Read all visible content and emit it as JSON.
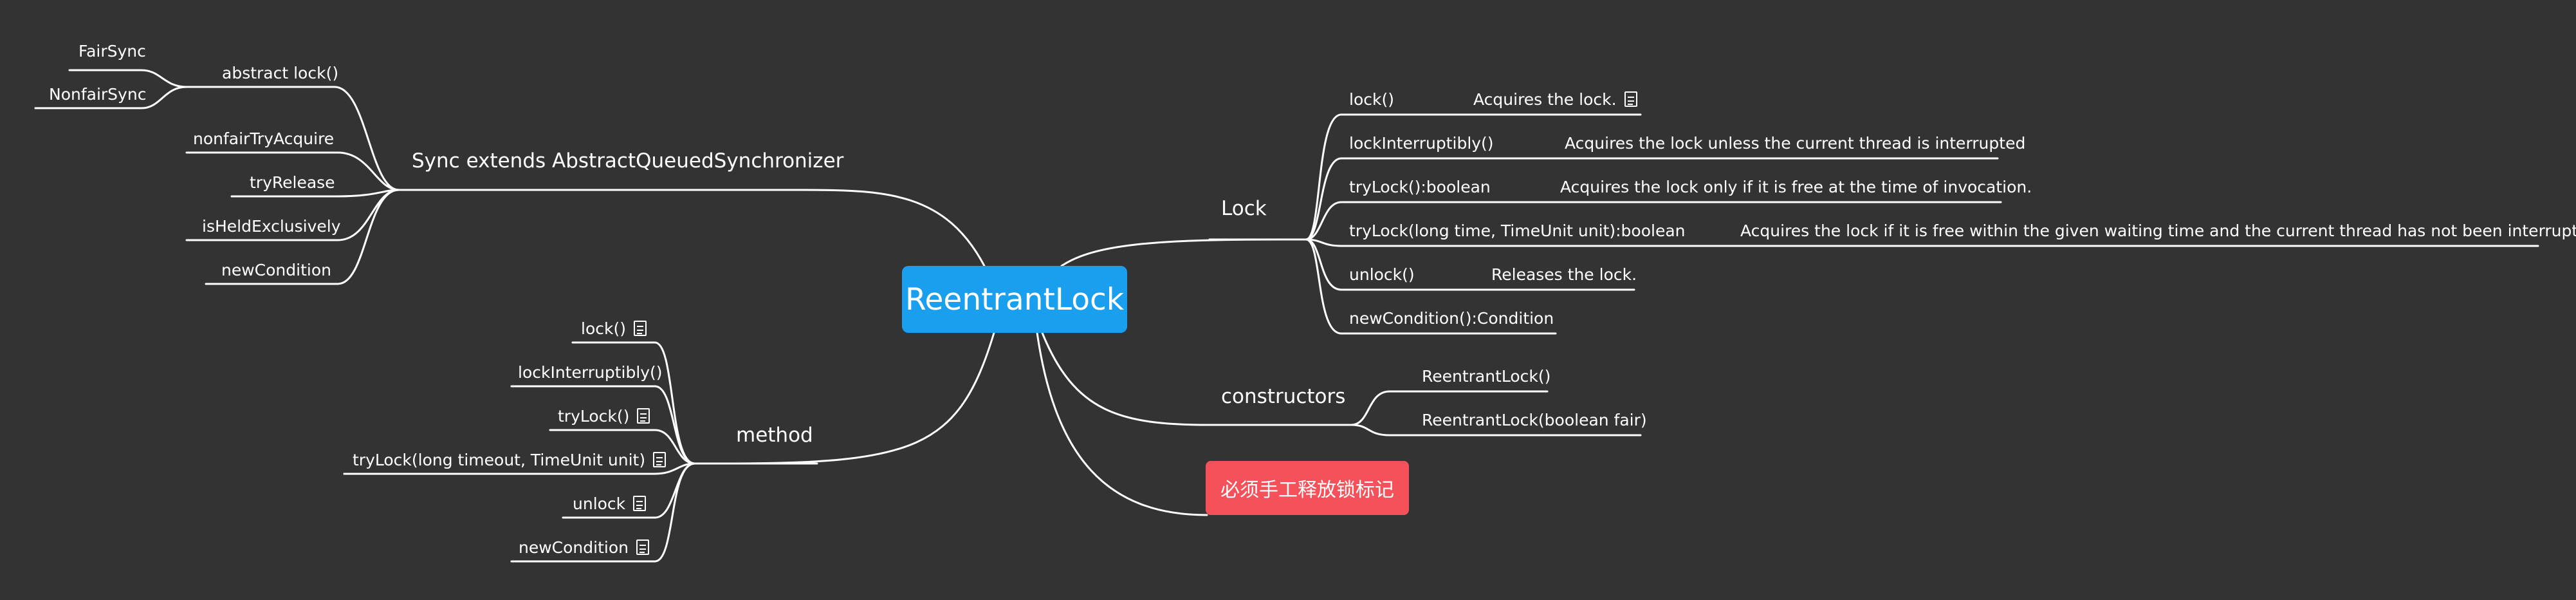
{
  "diagram": {
    "root": "ReentrantLock",
    "branches": {
      "sync": {
        "label": "Sync extends AbstractQueuedSynchronizer",
        "children": {
          "abstract_lock": {
            "label": "abstract lock()",
            "children": [
              "FairSync",
              "NonfairSync"
            ]
          },
          "nonfair_try_acquire": "nonfairTryAcquire",
          "try_release": "tryRelease",
          "is_held_exclusively": "isHeldExclusively",
          "new_condition": "newCondition"
        }
      },
      "method": {
        "label": "method",
        "children": [
          "lock()",
          "lockInterruptibly()",
          "tryLock()",
          "tryLock(long timeout, TimeUnit unit)",
          "unlock",
          "newCondition"
        ]
      },
      "lock": {
        "label": "Lock",
        "children": [
          {
            "name": "lock()",
            "desc": "Acquires the lock."
          },
          {
            "name": "lockInterruptibly()",
            "desc": "Acquires the lock unless the current thread is interrupted"
          },
          {
            "name": "tryLock():boolean",
            "desc": "Acquires the lock only if it is free at the time of invocation."
          },
          {
            "name": "tryLock(long time, TimeUnit unit):boolean",
            "desc": "Acquires the lock if it is free within the given waiting time and the current thread has not been interrupted"
          },
          {
            "name": "unlock()",
            "desc": "Releases the lock."
          },
          {
            "name": "newCondition():Condition",
            "desc": ""
          }
        ]
      },
      "constructors": {
        "label": "constructors",
        "children": [
          "ReentrantLock()",
          "ReentrantLock(boolean fair)"
        ]
      },
      "warning": "必须手工释放锁标记"
    }
  },
  "icons": {
    "note": "note-icon"
  },
  "colors": {
    "background": "#333333",
    "root": "#1a9fef",
    "warning": "#f4515a",
    "line": "#ffffff",
    "text": "#ffffff"
  }
}
